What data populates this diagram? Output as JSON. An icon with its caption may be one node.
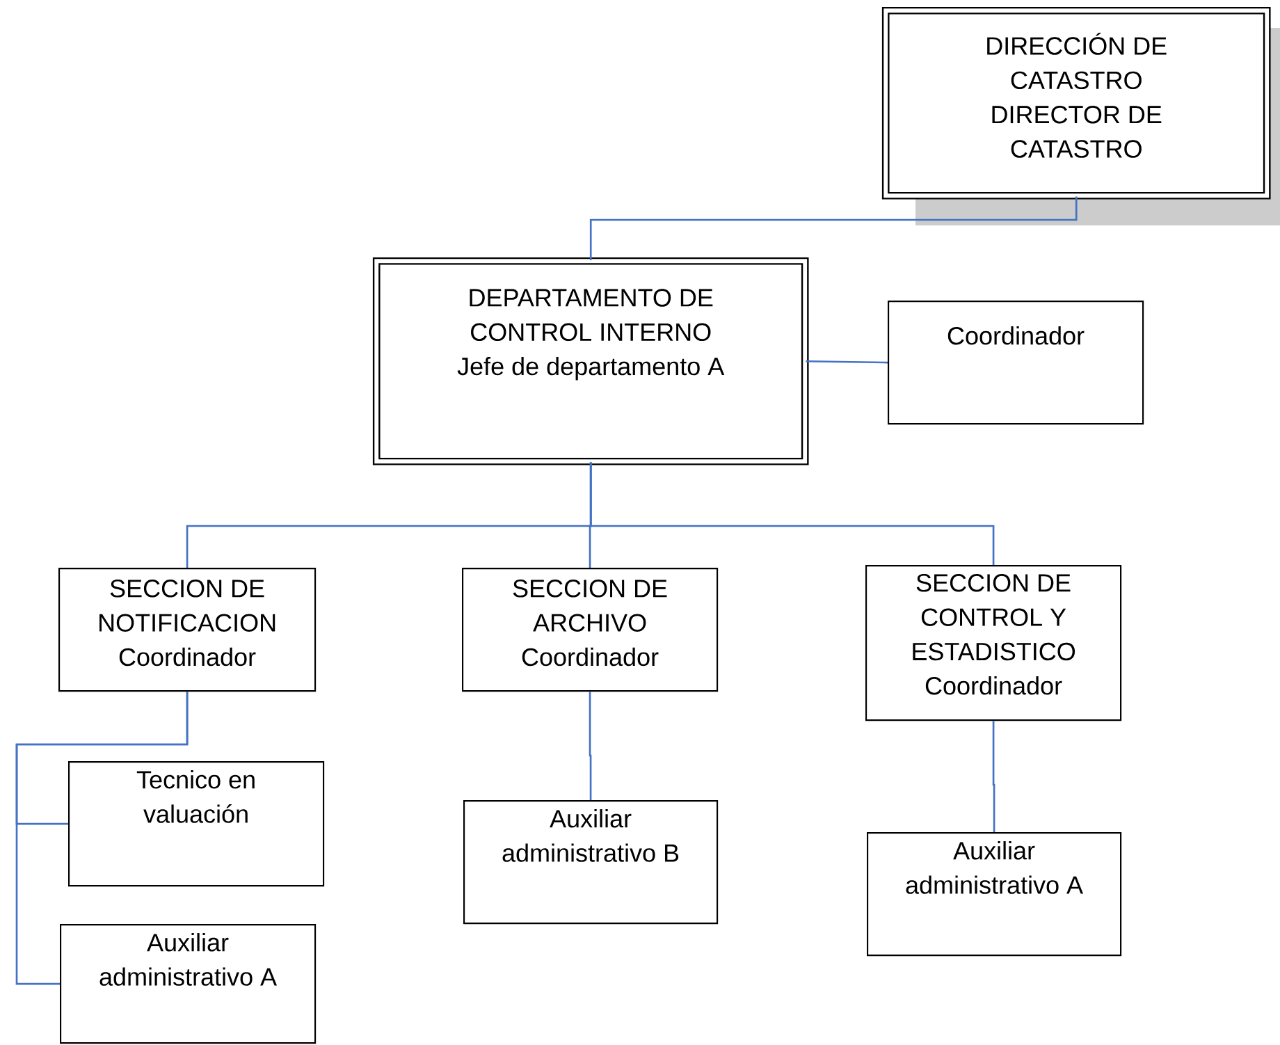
{
  "diagram": {
    "nodes": [
      {
        "text": [
          "DIRECCIÓN DE CATASTRO",
          "DIRECTOR DE CATASTRO"
        ]
      },
      {
        "text": [
          "DEPARTAMENTO DE CONTROL INTERNO",
          "Jefe de departamento A"
        ]
      },
      {
        "text": [
          "Coordinador"
        ]
      },
      {
        "text": [
          "SECCION DE NOTIFICACION",
          "Coordinador"
        ]
      },
      {
        "text": [
          "SECCION DE ARCHIVO",
          "Coordinador"
        ]
      },
      {
        "text": [
          "SECCION DE CONTROL Y ESTADISTICO",
          "Coordinador"
        ]
      },
      {
        "text": [
          "Tecnico en valuación"
        ]
      },
      {
        "text": [
          "Auxiliar administrativo A"
        ]
      },
      {
        "text": [
          "Auxiliar administrativo B"
        ]
      },
      {
        "text": [
          "Auxiliar administrativo A"
        ]
      }
    ],
    "edges": [
      {
        "from": 0,
        "to": 1,
        "arrow": "none"
      },
      {
        "from": 1,
        "to": 2,
        "arrow": "none"
      },
      {
        "from": 1,
        "to": 3,
        "arrow": "none"
      },
      {
        "from": 1,
        "to": 4,
        "arrow": "none"
      },
      {
        "from": 1,
        "to": 5,
        "arrow": "none"
      },
      {
        "from": 3,
        "to": 6,
        "arrow": "none"
      },
      {
        "from": 3,
        "to": 7,
        "arrow": "none"
      },
      {
        "from": 4,
        "to": 8,
        "arrow": "none"
      },
      {
        "from": 5,
        "to": 9,
        "arrow": "none"
      }
    ]
  }
}
